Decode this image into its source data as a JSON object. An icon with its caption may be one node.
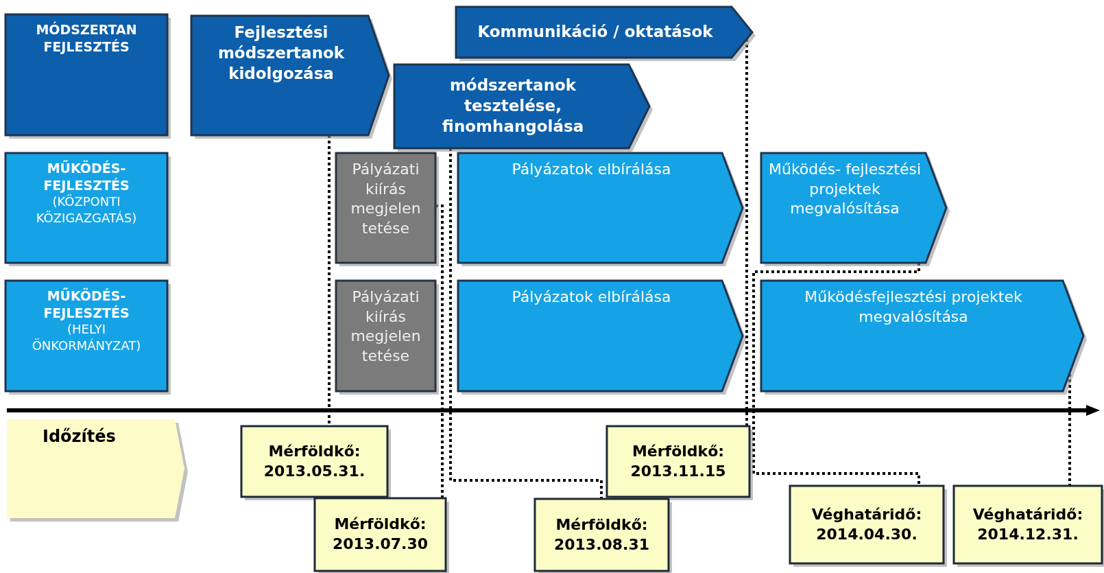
{
  "diagram": {
    "nodes": [
      {
        "text": [
          "MÓDSZERTAN FEJLESZTÉS"
        ]
      },
      {
        "text": [
          "Fejlesztési módszertanok kidolgozása"
        ]
      },
      {
        "text": [
          "Kommunikáció / oktatások"
        ]
      },
      {
        "text": [
          "módszertanok tesztelése, finomhangolása"
        ]
      },
      {
        "text": [
          "MŰKÖDÉS- FEJLESZTÉS",
          "(KÖZPONTI KÖZIGAZGATÁS)"
        ]
      },
      {
        "text": [
          "Pályázati kiírás megjelen tetése"
        ]
      },
      {
        "text": [
          "Pályázatok elbírálása"
        ]
      },
      {
        "text": [
          "Működés- fejlesztési projektek megvalósítása"
        ]
      },
      {
        "text": [
          "MŰKÖDÉS- FEJLESZTÉS",
          "(HELYI ÖNKORMÁNYZAT)"
        ]
      },
      {
        "text": [
          "Pályázati kiírás megjelen tetése"
        ]
      },
      {
        "text": [
          "Pályázatok elbírálása"
        ]
      },
      {
        "text": [
          "Működésfejlesztési projektek megvalósítása"
        ]
      },
      {
        "text": [
          "Időzítés"
        ]
      },
      {
        "text": [
          "Mérföldkő: 2013.05.31."
        ]
      },
      {
        "text": [
          "Mérföldkő: 2013.11.15"
        ]
      },
      {
        "text": [
          "Véghatáridő: 2014.04.30."
        ]
      },
      {
        "text": [
          "Mérföldkő: 2013.07.30"
        ]
      },
      {
        "text": [
          "Mérföldkő: 2013.08.31"
        ]
      },
      {
        "text": [
          "Véghatáridő: 2014.12.31."
        ]
      }
    ],
    "edges": [
      {
        "from": 1,
        "to": 13,
        "arrow": "none",
        "style": "dashed"
      },
      {
        "from": 5,
        "to": 16,
        "arrow": "none",
        "style": "dashed"
      },
      {
        "from": 3,
        "to": 17,
        "arrow": "none",
        "style": "dashed"
      },
      {
        "from": 2,
        "to": 14,
        "arrow": "none",
        "style": "dashed"
      },
      {
        "from": 7,
        "to": 15,
        "arrow": "none",
        "style": "dashed"
      },
      {
        "from": 11,
        "to": 18,
        "arrow": "none",
        "style": "dashed"
      }
    ]
  }
}
